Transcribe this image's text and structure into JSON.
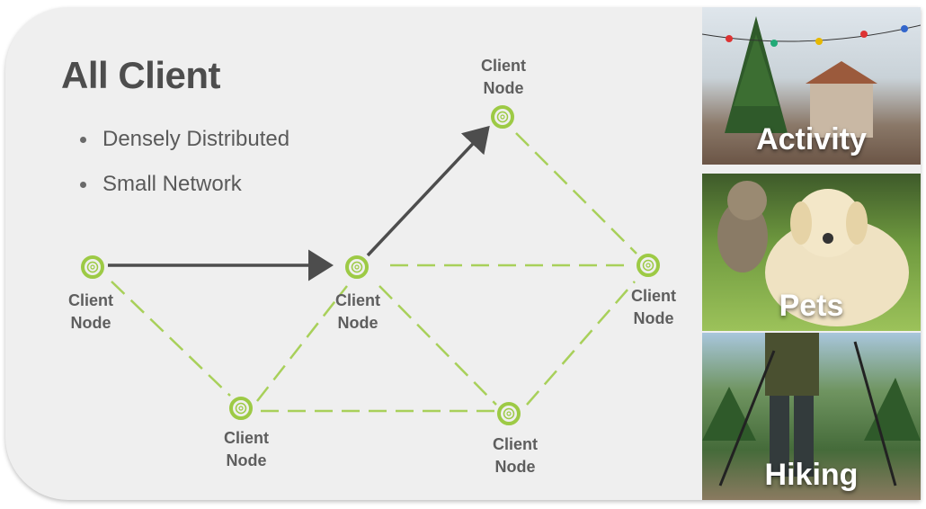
{
  "title": "All Client",
  "bullets": [
    "Densely Distributed",
    "Small Network"
  ],
  "node_label_line1": "Client",
  "node_label_line2": "Node",
  "nodes": [
    {
      "id": "n1",
      "line1": "Client",
      "line2": "Node"
    },
    {
      "id": "n2",
      "line1": "Client",
      "line2": "Node"
    },
    {
      "id": "n3",
      "line1": "Client",
      "line2": "Node"
    },
    {
      "id": "n4",
      "line1": "Client",
      "line2": "Node"
    },
    {
      "id": "n5",
      "line1": "Client",
      "line2": "Node"
    },
    {
      "id": "n6",
      "line1": "Client",
      "line2": "Node"
    }
  ],
  "panels": [
    {
      "caption": "Activity"
    },
    {
      "caption": "Pets"
    },
    {
      "caption": "Hiking"
    }
  ],
  "colors": {
    "node_green": "#9dca45",
    "arrow_gray": "#4d4d4d",
    "dash_green": "#a8d05a",
    "background": "#efefef"
  }
}
